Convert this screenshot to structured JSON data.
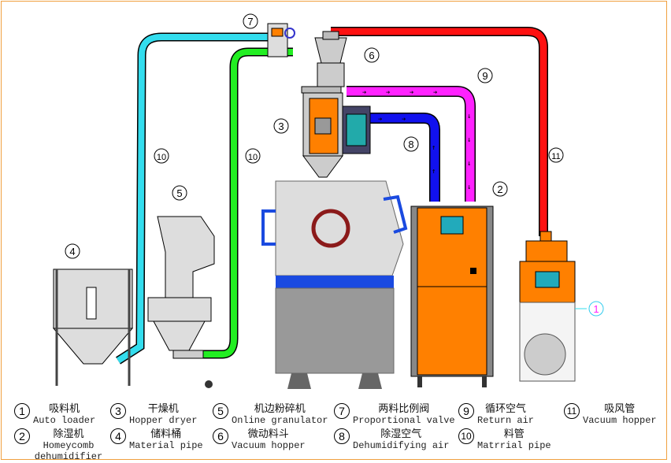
{
  "callouts": [
    "7",
    "6",
    "9",
    "3",
    "8",
    "10",
    "10",
    "11",
    "5",
    "2",
    "4",
    "1"
  ],
  "legend": [
    {
      "num": "1",
      "zh": "吸料机",
      "en": "Auto loader"
    },
    {
      "num": "2",
      "zh": "除湿机",
      "en": "Homeycomb dehumidifier"
    },
    {
      "num": "3",
      "zh": "干燥机",
      "en": "Hopper dryer"
    },
    {
      "num": "4",
      "zh": "储料桶",
      "en": "Material pipe"
    },
    {
      "num": "5",
      "zh": "机边粉碎机",
      "en": "Online granulator"
    },
    {
      "num": "6",
      "zh": "微动料斗",
      "en": "Vacuum hopper"
    },
    {
      "num": "7",
      "zh": "两料比例阀",
      "en": "Proportional valve"
    },
    {
      "num": "8",
      "zh": "除湿空气",
      "en": "Dehumidifying air"
    },
    {
      "num": "9",
      "zh": "循环空气",
      "en": "Return air"
    },
    {
      "num": "10",
      "zh": "料管",
      "en": "Matrrial pipe"
    },
    {
      "num": "11",
      "zh": "吸风管",
      "en": "Vacuum hopper"
    }
  ],
  "colors": {
    "frame": "#f0a040",
    "material_pipe_1": "#33ddee",
    "material_pipe_2": "#22ee22",
    "vacuum_pipe": "#ff1111",
    "return_air": "#ff22ff",
    "dehumidifying_air": "#1111ee",
    "machine_orange": "#ff8000",
    "machine_grey": "#d8d8d8"
  }
}
